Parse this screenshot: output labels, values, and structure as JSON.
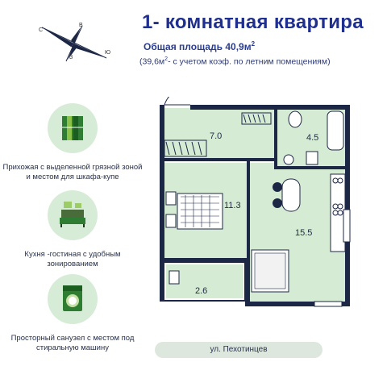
{
  "header": {
    "title": "1- комнатная  квартира",
    "area_label": "Общая площадь  40,9м",
    "area_sup": "2",
    "area_note_pre": "(39,6м",
    "area_note_sup": "2",
    "area_note_post": "- с учетом коэф. по летним помещениям)"
  },
  "compass": {
    "north": "С",
    "south": "Ю",
    "west": "З",
    "east": "В"
  },
  "features": [
    {
      "icon": "hallway-wardrobe-icon",
      "text": "Прихожая с выделенной грязной зоной  и местом для шкафа-купе"
    },
    {
      "icon": "living-room-icon",
      "text": "Кухня -гостиная с удобным зонированием"
    },
    {
      "icon": "washing-machine-icon",
      "text": "Просторный санузел с местом под стиральную машину"
    }
  ],
  "plan": {
    "rooms": [
      {
        "name": "hallway",
        "area": "7.0"
      },
      {
        "name": "bathroom",
        "area": "4.5"
      },
      {
        "name": "bedroom",
        "area": "11.3"
      },
      {
        "name": "kitchen-living",
        "area": "15.5"
      },
      {
        "name": "balcony",
        "area": "2.6"
      }
    ]
  },
  "street": "ул. Пехотинцев",
  "colors": {
    "wall": "#1c2746",
    "floor": "#d6ebd4",
    "title": "#1f2f8f",
    "icon_bg": "#d7ecd7"
  }
}
